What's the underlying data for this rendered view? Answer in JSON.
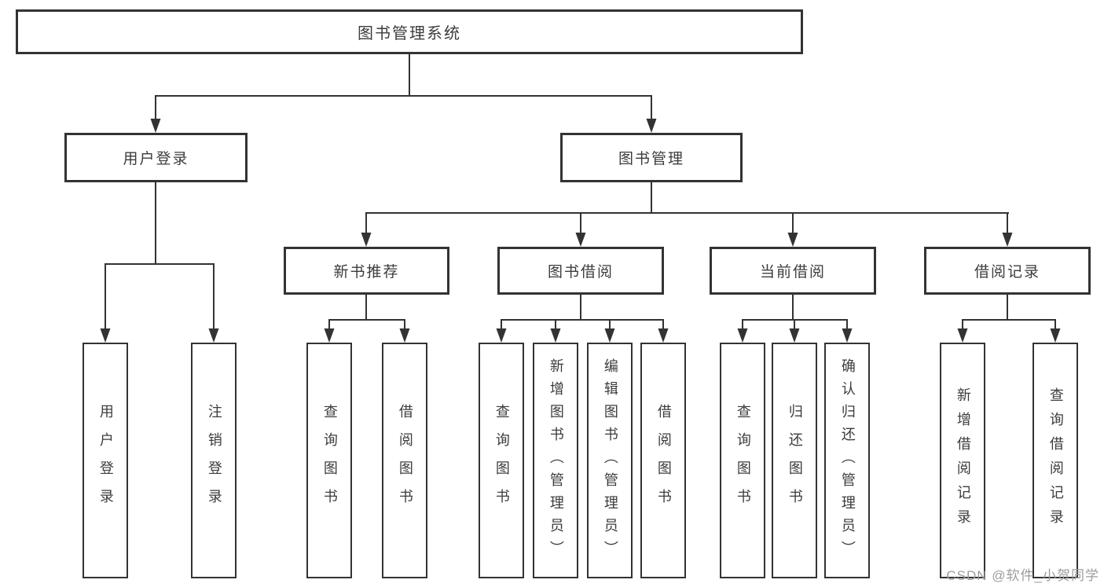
{
  "watermark": "CSDN @软件_小贺同学",
  "colors": {
    "line": "#333333",
    "box_border": "#333333",
    "text": "#3c3c3c",
    "watermark": "#9c9c9c",
    "background": "#ffffff"
  },
  "tree": {
    "root": {
      "label": "图书管理系统"
    },
    "branches": [
      {
        "label": "用户登录",
        "children": [
          {
            "label": "用户登录"
          },
          {
            "label": "注销登录"
          }
        ]
      },
      {
        "label": "图书管理",
        "children": [
          {
            "label": "新书推荐",
            "children": [
              {
                "label": "查询图书"
              },
              {
                "label": "借阅图书"
              }
            ]
          },
          {
            "label": "图书借阅",
            "children": [
              {
                "label": "查询图书"
              },
              {
                "label": "新增图书（管理员）"
              },
              {
                "label": "编辑图书（管理员）"
              },
              {
                "label": "借阅图书"
              }
            ]
          },
          {
            "label": "当前借阅",
            "children": [
              {
                "label": "查询图书"
              },
              {
                "label": "归还图书"
              },
              {
                "label": "确认归还（管理员）"
              }
            ]
          },
          {
            "label": "借阅记录",
            "children": [
              {
                "label": "新增借阅记录"
              },
              {
                "label": "查询借阅记录"
              }
            ]
          }
        ]
      }
    ]
  }
}
